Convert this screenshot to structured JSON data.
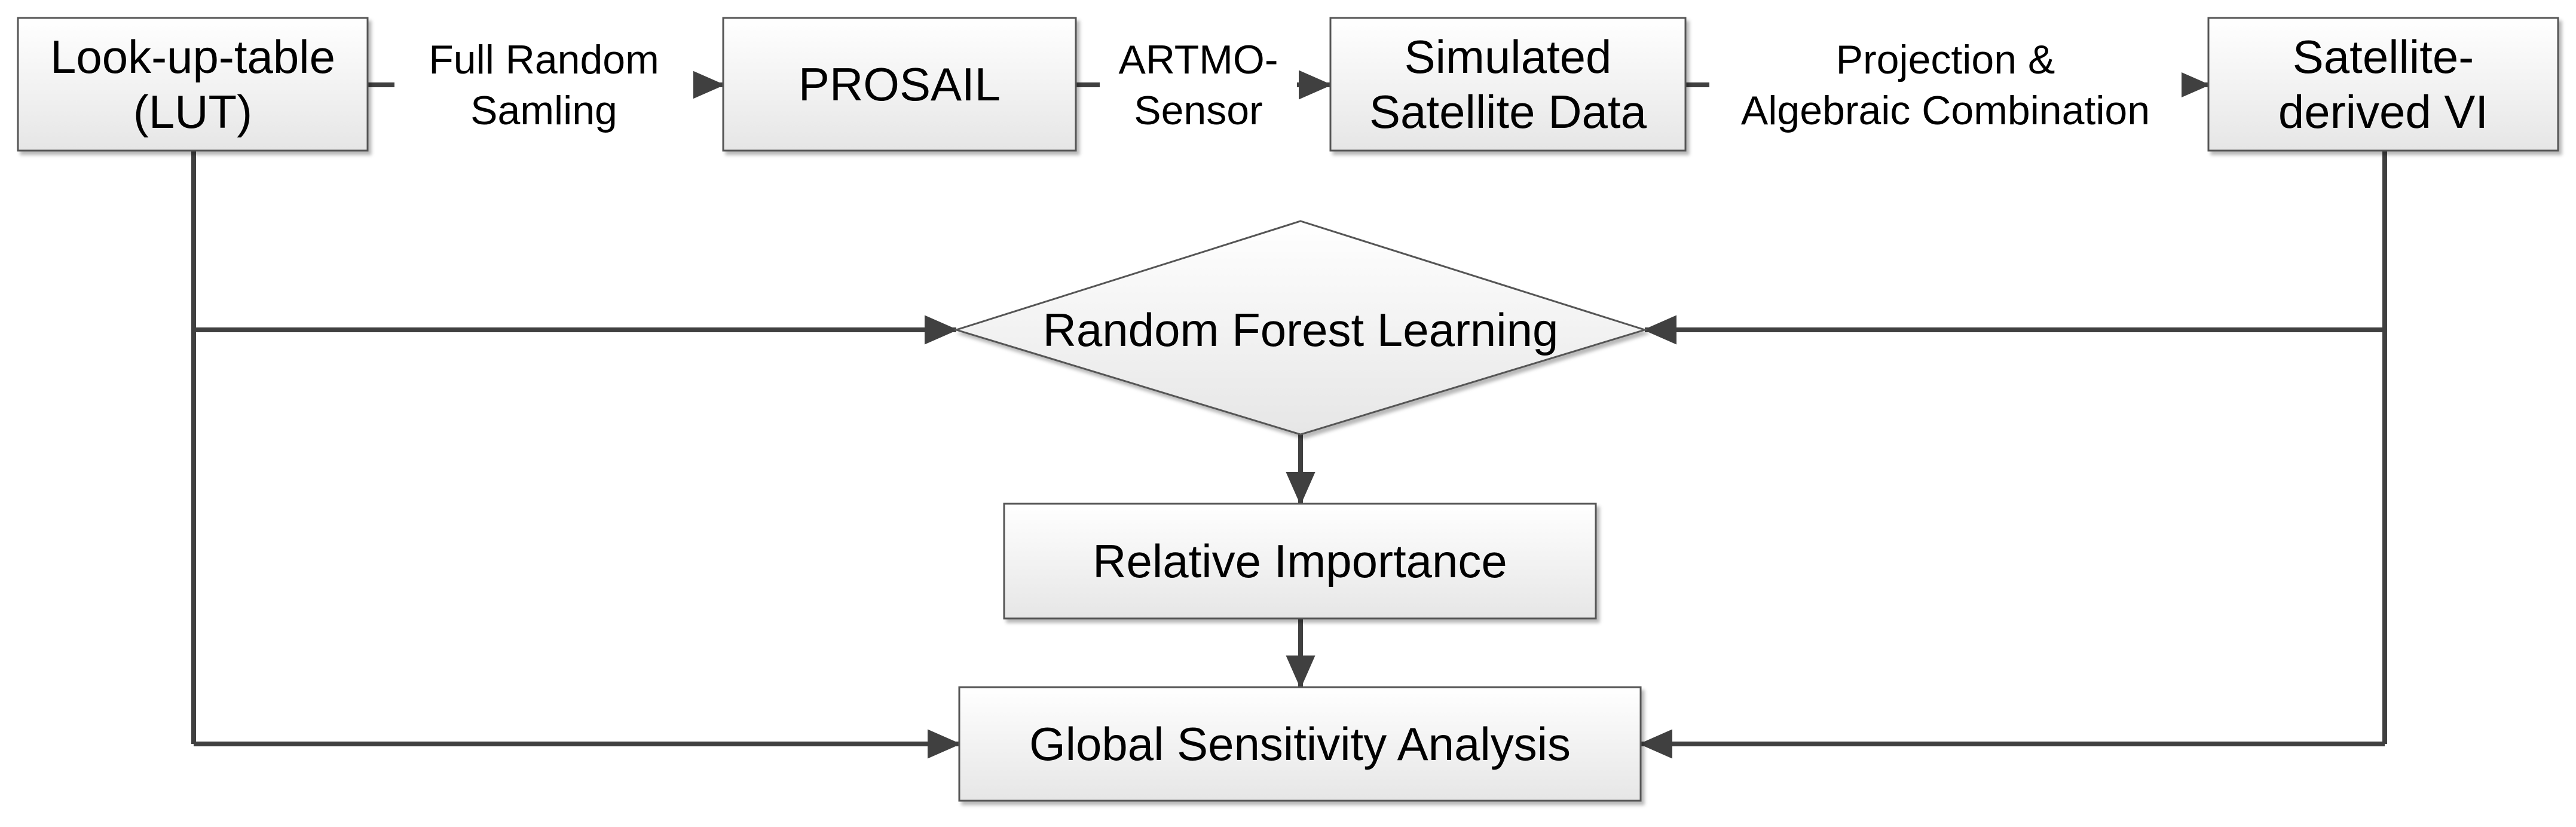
{
  "nodes": {
    "lut": "Look-up-table\n(LUT)",
    "prosail": "PROSAIL",
    "simulated": "Simulated\nSatellite Data",
    "satellite_vi": "Satellite-\nderived VI",
    "random_forest": "Random Forest Learning",
    "relative_importance": "Relative Importance",
    "global_sensitivity": "Global Sensitivity Analysis"
  },
  "edges": {
    "sampling": "Full Random\nSamling",
    "artmo": "ARTMO-\nSensor",
    "projection": "Projection &\nAlgebraic Combination"
  },
  "colors": {
    "box_fill_top": "#ffffff",
    "box_fill_bottom": "#e9e9e9",
    "stroke": "#555555",
    "line": "#404040"
  }
}
